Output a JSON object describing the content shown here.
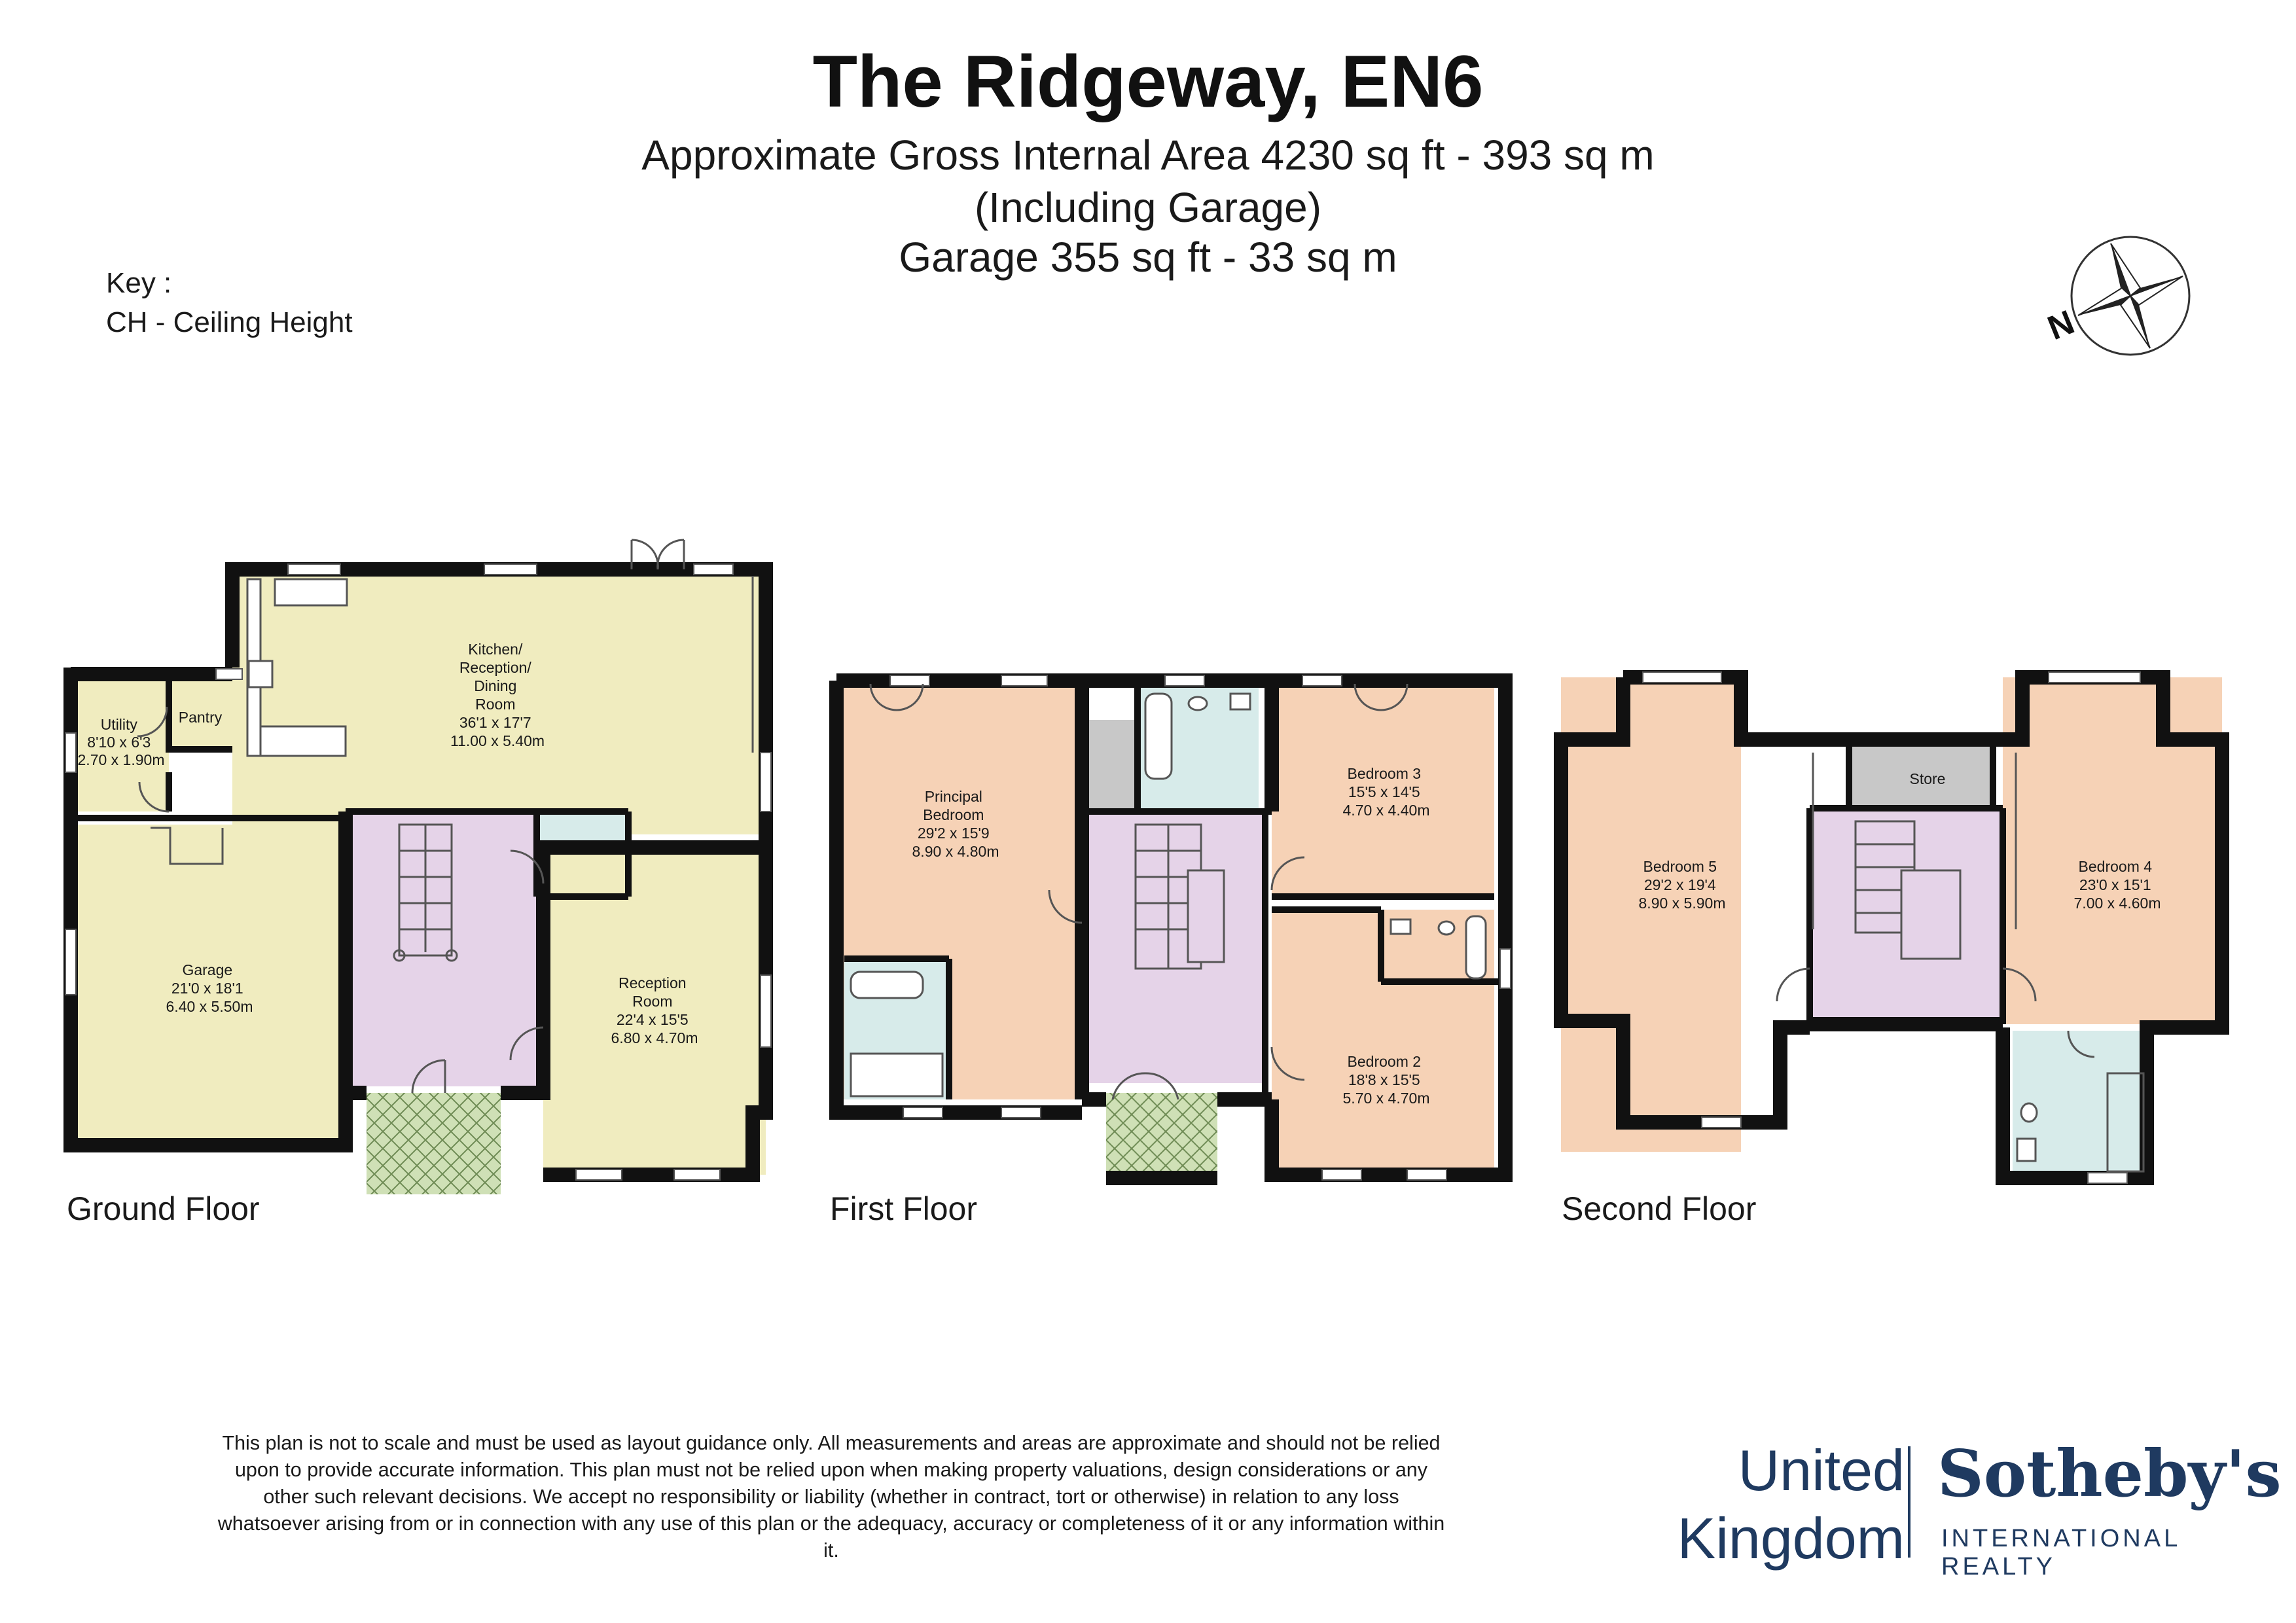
{
  "header": {
    "title": "The Ridgeway, EN6",
    "area_line": "Approximate Gross Internal Area 4230 sq ft - 393 sq m",
    "area_note": "(Including Garage)",
    "garage_line": "Garage 355 sq ft - 33 sq m"
  },
  "key": {
    "heading": "Key :",
    "entry": "CH - Ceiling Height"
  },
  "compass": {
    "north_label": "N"
  },
  "floors": {
    "ground": {
      "label": "Ground Floor",
      "rooms": {
        "utility": [
          "Utility",
          "8'10 x 6'3",
          "2.70 x 1.90m"
        ],
        "pantry": [
          "Pantry"
        ],
        "kitchen": [
          "Kitchen/",
          "Reception/",
          "Dining",
          "Room",
          "36'1 x 17'7",
          "11.00 x 5.40m"
        ],
        "garage": [
          "Garage",
          "21'0 x 18'1",
          "6.40 x 5.50m"
        ],
        "reception": [
          "Reception",
          "Room",
          "22'4 x 15'5",
          "6.80 x 4.70m"
        ]
      }
    },
    "first": {
      "label": "First Floor",
      "rooms": {
        "principal": [
          "Principal",
          "Bedroom",
          "29'2 x 15'9",
          "8.90 x 4.80m"
        ],
        "bedroom3": [
          "Bedroom 3",
          "15'5 x 14'5",
          "4.70 x 4.40m"
        ],
        "bedroom2": [
          "Bedroom 2",
          "18'8 x 15'5",
          "5.70 x 4.70m"
        ]
      }
    },
    "second": {
      "label": "Second Floor",
      "rooms": {
        "bedroom5": [
          "Bedroom 5",
          "29'2 x 19'4",
          "8.90 x 5.90m"
        ],
        "store": [
          "Store"
        ],
        "bedroom4": [
          "Bedroom 4",
          "23'0 x 15'1",
          "7.00 x 4.60m"
        ]
      }
    }
  },
  "disclaimer": "This plan is not to scale and must be used as layout guidance only. All measurements and areas are approximate and should not be relied upon to provide accurate information. This plan must not be relied upon when making property valuations, design considerations or any other such relevant decisions. We accept no responsibility or liability (whether in contract, tort or otherwise) in relation to any loss whatsoever arising from or in connection with any use of this plan or the adequacy, accuracy or completeness of it or any information within it.",
  "branding": {
    "region_line1": "United",
    "region_line2": "Kingdom",
    "company": "Sotheby's",
    "tagline": "INTERNATIONAL REALTY",
    "color": "#1f3a60"
  },
  "colors": {
    "living": "#f0ecbf",
    "bedroom": "#f6d2b6",
    "circulation": "#e5d3e8",
    "wet_room": "#d7ebea",
    "store": "#c8c8c8",
    "wall": "#111111",
    "porch": "#cfe0b6"
  }
}
